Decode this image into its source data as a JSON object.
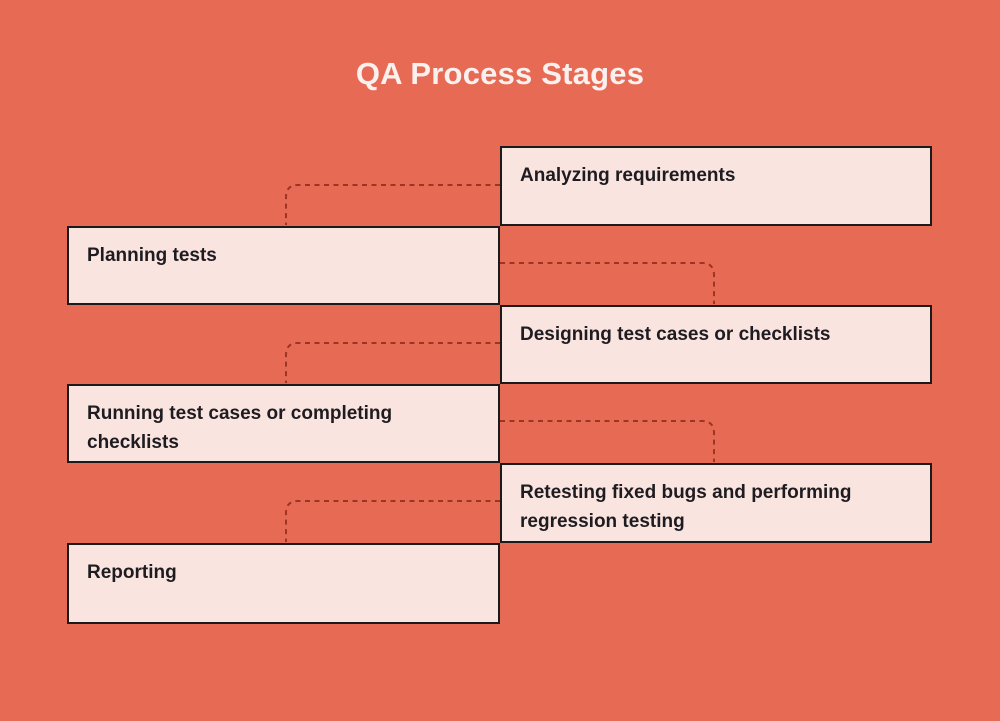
{
  "title": "QA Process Stages",
  "colors": {
    "background": "#E76A55",
    "box_fill": "#F9E4E0",
    "box_border": "#1C1A1A",
    "connector": "#9B3524",
    "title_text": "#FAF1EF",
    "box_text": "#1E1C20"
  },
  "stages": [
    {
      "label": "Analyzing requirements",
      "side": "right"
    },
    {
      "label": "Planning tests",
      "side": "left"
    },
    {
      "label": "Designing test cases or checklists",
      "side": "right"
    },
    {
      "label": "Running test cases or completing checklists",
      "side": "left"
    },
    {
      "label": "Retesting fixed bugs and performing regression testing",
      "side": "right"
    },
    {
      "label": "Reporting",
      "side": "left"
    }
  ],
  "connector_style": "dashed"
}
